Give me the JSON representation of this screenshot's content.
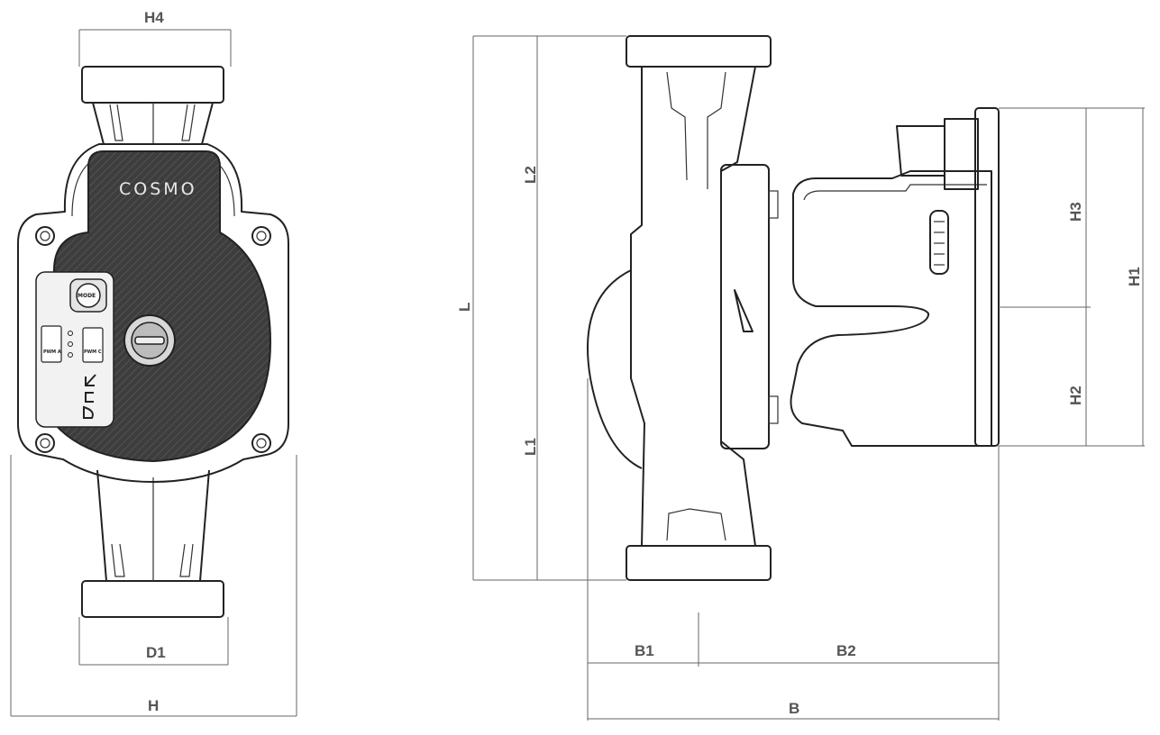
{
  "brand": "COSMO",
  "mode_button": "MODE",
  "pwm_a": "PWM A",
  "pwm_c": "PWM C",
  "dimensions": {
    "H4": "H4",
    "D1": "D1",
    "H": "H",
    "L": "L",
    "L1": "L1",
    "L2": "L2",
    "B": "B",
    "B1": "B1",
    "B2": "B2",
    "H1": "H1",
    "H2": "H2",
    "H3": "H3"
  },
  "colors": {
    "body_dark": "#3c3c3c",
    "line": "#222222",
    "dimension": "#666666"
  }
}
